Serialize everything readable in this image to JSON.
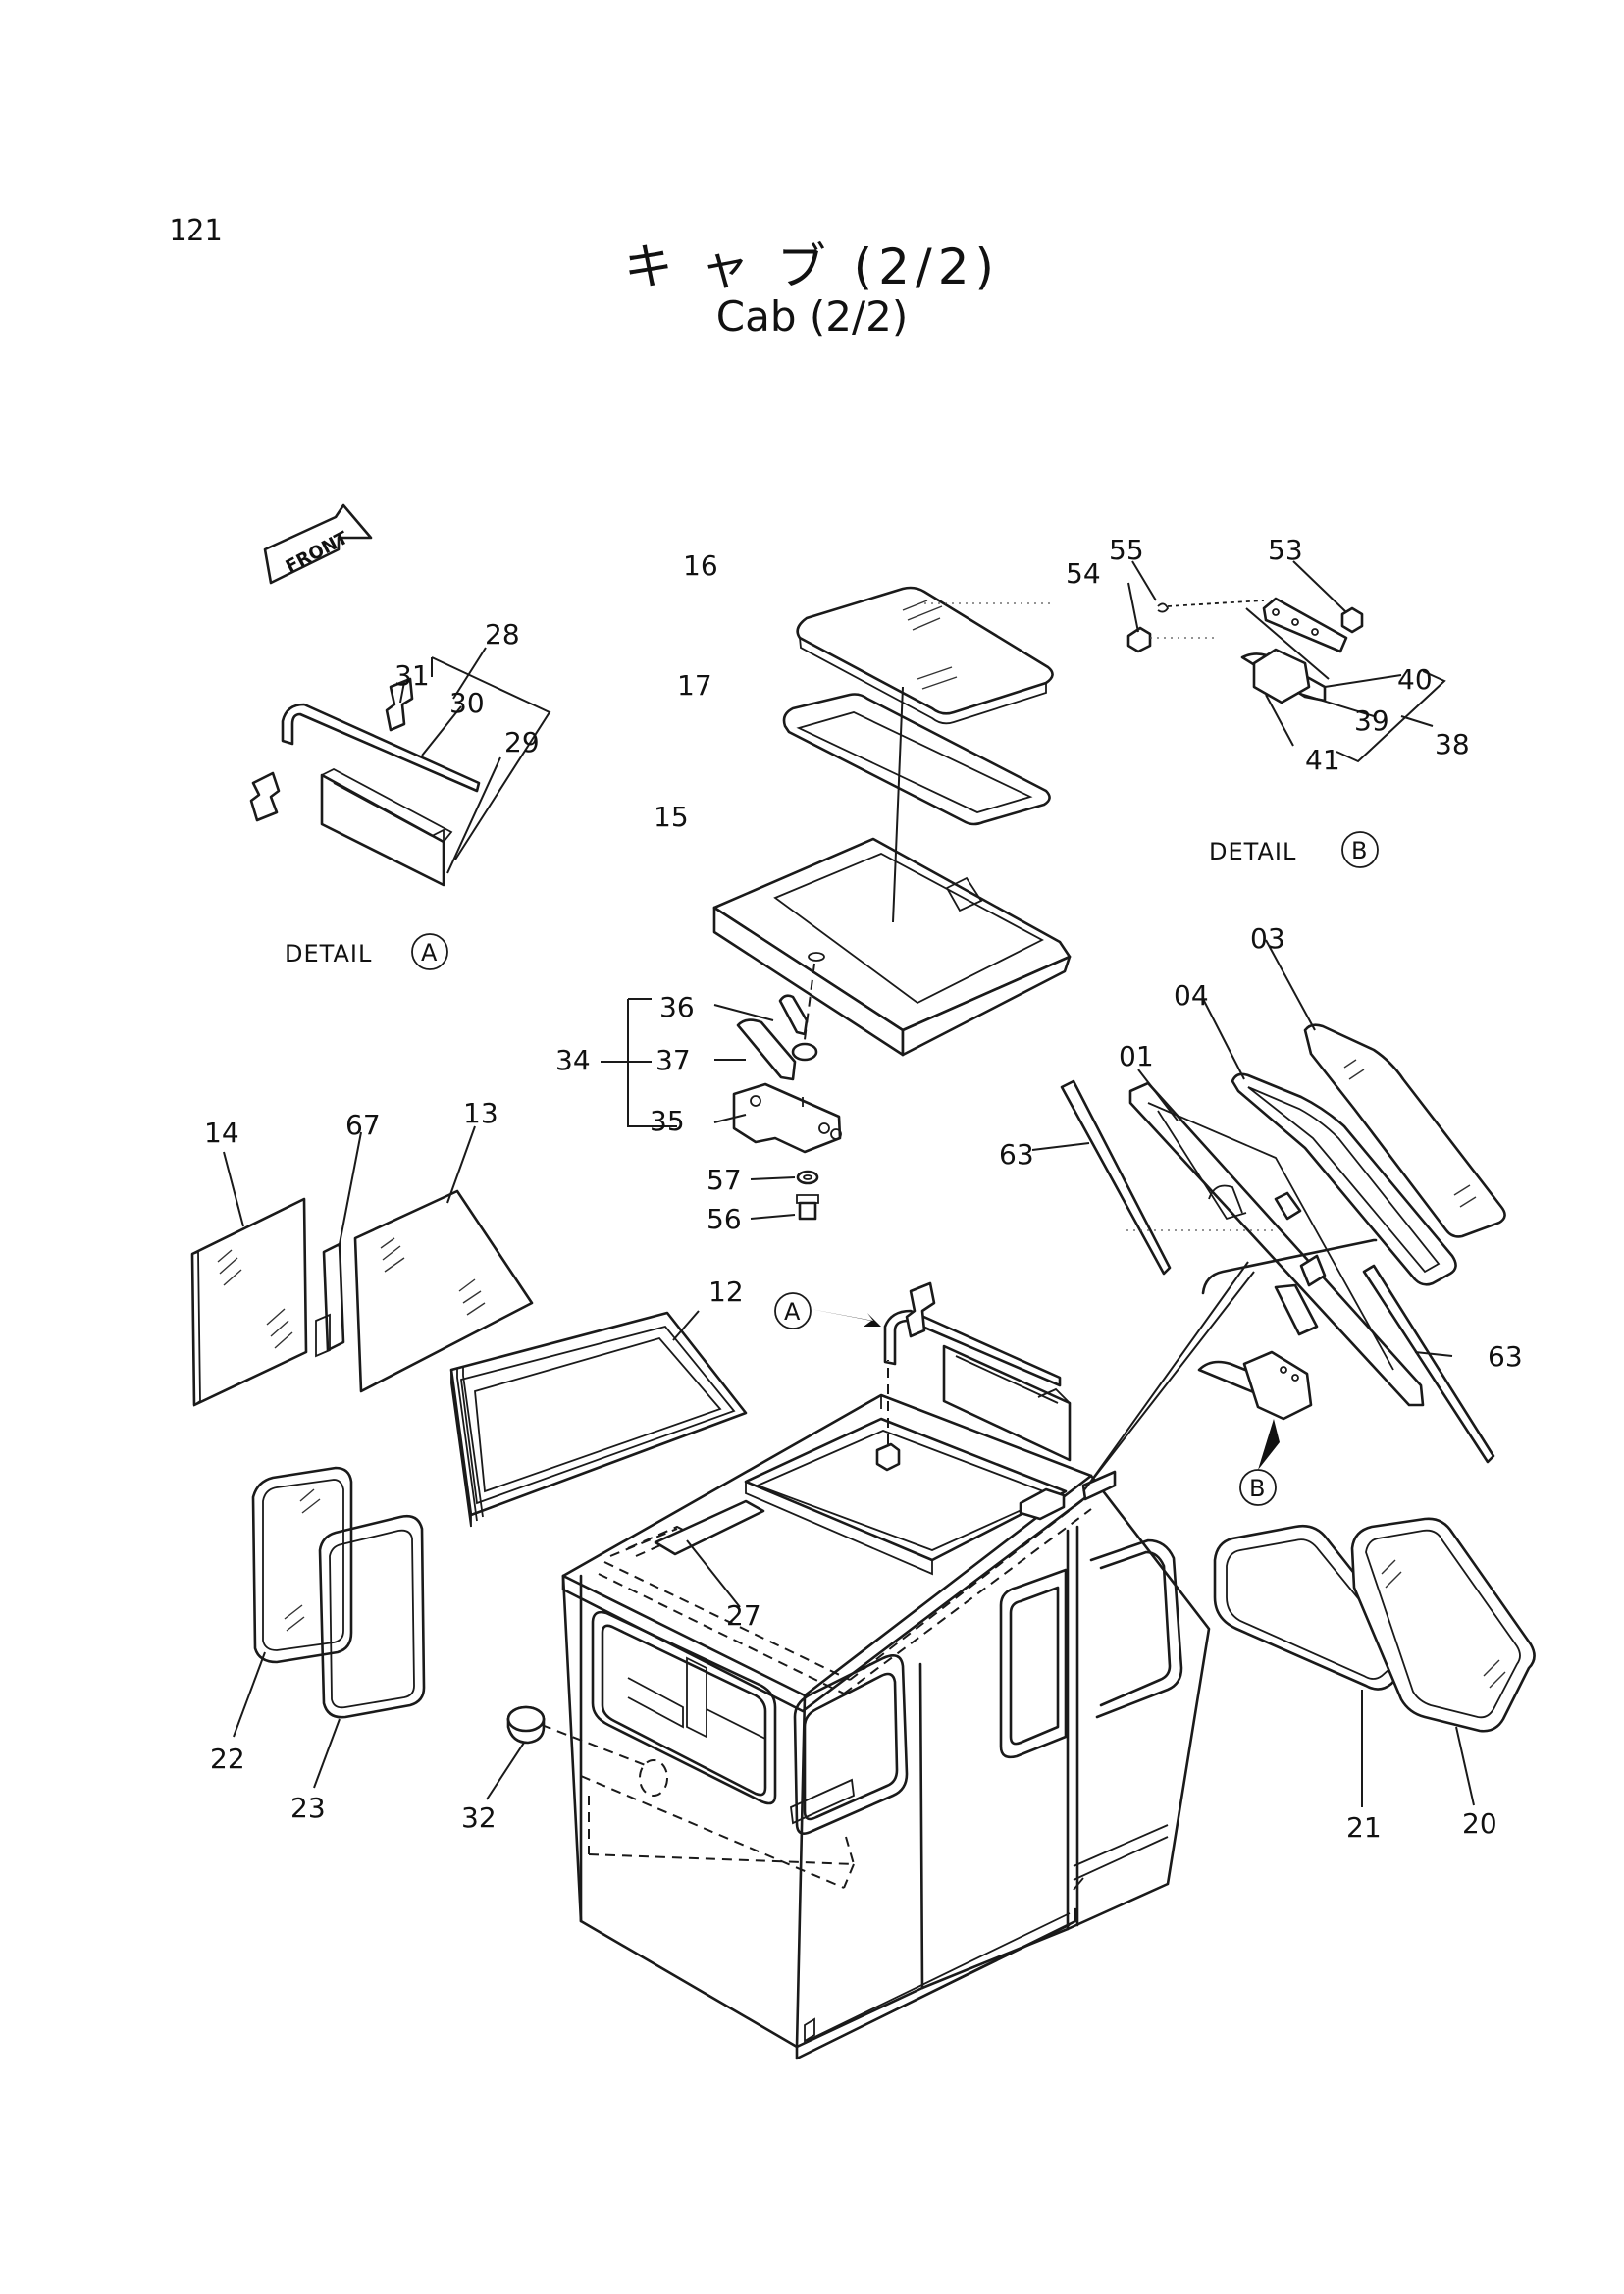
{
  "page_number": "121",
  "title_jp": "キ ャ ブ (2/2)",
  "title_en": "Cab (2/2)",
  "front_label": "FRONT",
  "details": {
    "a": {
      "label": "DETAIL",
      "letter": "A"
    },
    "b": {
      "label": "DETAIL",
      "letter": "B"
    }
  },
  "callouts": {
    "a": "A",
    "b": "B"
  },
  "parts": {
    "p01": "01",
    "p03": "03",
    "p04": "04",
    "p12": "12",
    "p13": "13",
    "p14": "14",
    "p15": "15",
    "p16": "16",
    "p17": "17",
    "p20": "20",
    "p21": "21",
    "p22": "22",
    "p23": "23",
    "p27": "27",
    "p28": "28",
    "p29": "29",
    "p30": "30",
    "p31": "31",
    "p32": "32",
    "p34": "34",
    "p35": "35",
    "p36": "36",
    "p37": "37",
    "p38": "38",
    "p39": "39",
    "p40": "40",
    "p41": "41",
    "p53": "53",
    "p54": "54",
    "p55": "55",
    "p56": "56",
    "p57": "57",
    "p63a": "63",
    "p63b": "63",
    "p67": "67"
  }
}
